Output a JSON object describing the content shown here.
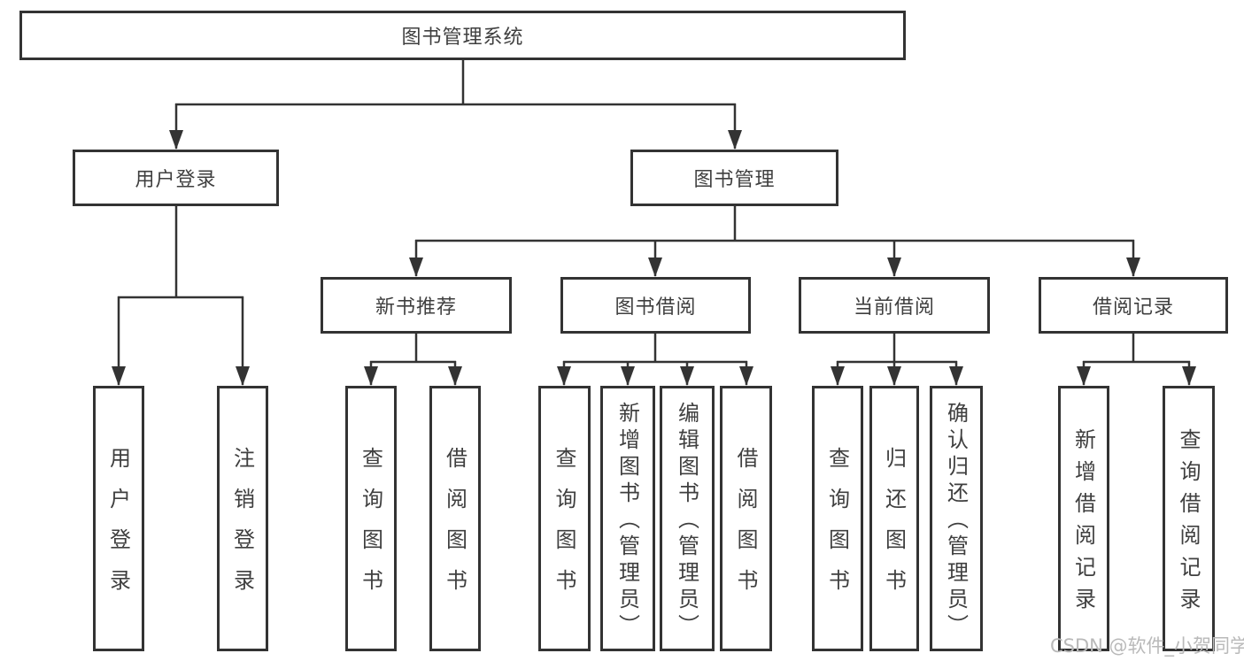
{
  "diagram": {
    "root": "图书管理系统",
    "level2": [
      "用户登录",
      "图书管理"
    ],
    "level3": [
      "新书推荐",
      "图书借阅",
      "当前借阅",
      "借阅记录"
    ],
    "leaves": {
      "login": [
        "用户登录",
        "注销登录"
      ],
      "new_books": [
        "查询图书",
        "借阅图书"
      ],
      "borrowing": [
        "查询图书",
        "新增图书（管理员）",
        "编辑图书（管理员）",
        "借阅图书"
      ],
      "current": [
        "查询图书",
        "归还图书",
        "确认归还（管理员）"
      ],
      "records": [
        "新增借阅记录",
        "查询借阅记录"
      ]
    }
  },
  "watermark": {
    "text": "CSDN @软件_小贺同学",
    "color": "#b9b9b9"
  },
  "colors": {
    "line": "#333333",
    "box_border": "#333333",
    "text": "#3f3f3f",
    "background": "#ffffff"
  }
}
